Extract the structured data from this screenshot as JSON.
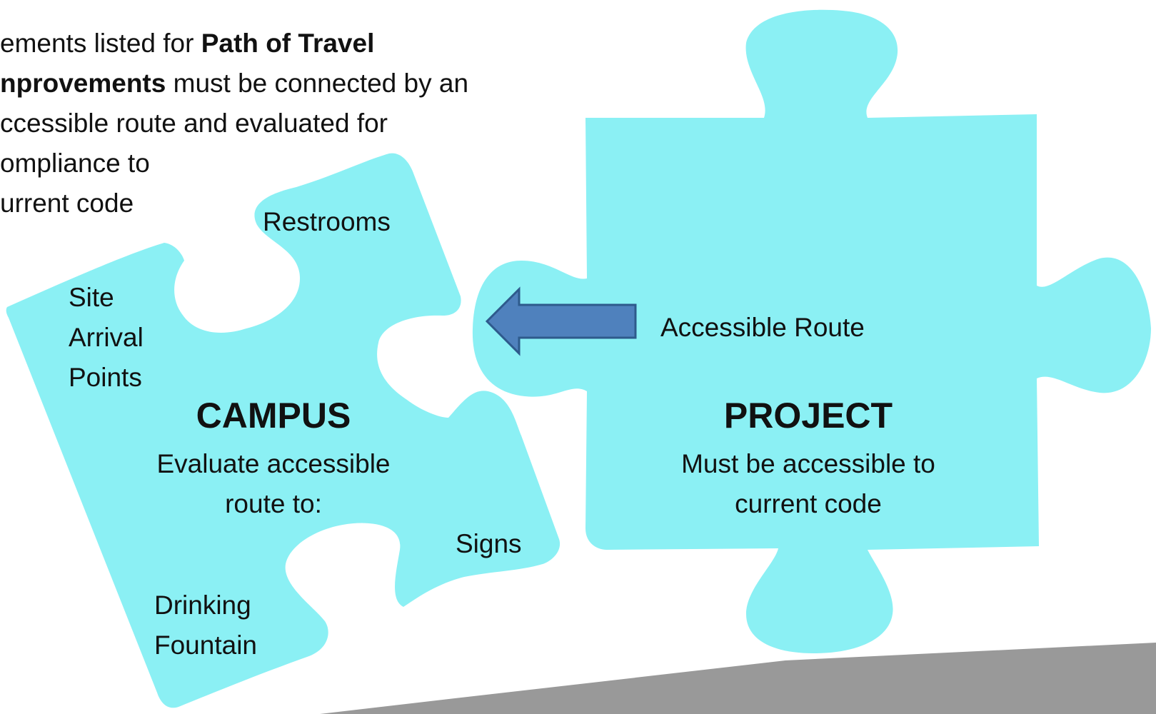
{
  "intro": {
    "line1_prefix": "ements listed for ",
    "line1_bold": "Path of Travel",
    "line2_bold": "nprovements",
    "line2_rest": "  must be connected by an",
    "line3": "ccessible route and evaluated for",
    "line4": "ompliance to",
    "line5": "urrent code"
  },
  "campus": {
    "heading": "CAMPUS",
    "sub1": "Evaluate accessible",
    "sub2": "route to:",
    "items": {
      "site1": "Site",
      "site2": "Arrival",
      "site3": "Points",
      "restrooms": "Restrooms",
      "signs": "Signs",
      "drinking1": "Drinking",
      "drinking2": "Fountain"
    }
  },
  "project": {
    "heading": "PROJECT",
    "sub1": "Must be accessible to",
    "sub2": "current code"
  },
  "connector": {
    "label": "Accessible Route"
  },
  "colors": {
    "puzzle": "#8BF0F4",
    "arrow_fill": "#4F81BD",
    "arrow_stroke": "#2E5A8C",
    "floor": "#999999"
  }
}
